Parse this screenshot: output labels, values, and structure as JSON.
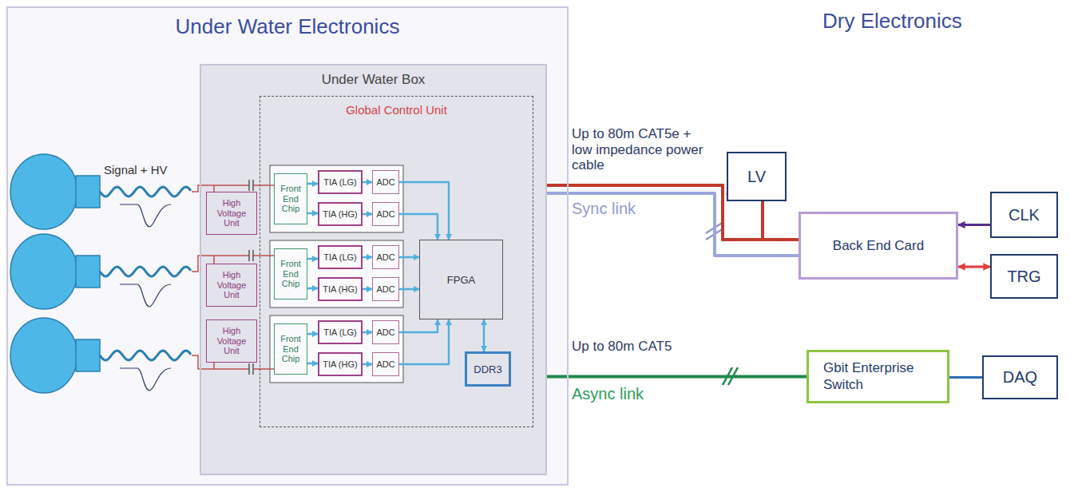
{
  "diagram": {
    "nodes": [
      {
        "text": [
          "Under Water Electronics"
        ]
      },
      {
        "text": [
          "Under Water Box"
        ],
        "in": 0
      },
      {
        "text": [
          "Global Control Unit"
        ],
        "in": 1
      },
      {
        "text": [
          "High Voltage Unit"
        ],
        "in": 1
      },
      {
        "text": [
          "High Voltage Unit"
        ],
        "in": 1
      },
      {
        "text": [
          "High Voltage Unit"
        ],
        "in": 1
      },
      {
        "text": [
          "Front End Chip"
        ],
        "in": 2
      },
      {
        "text": [
          "TIA (LG)"
        ],
        "in": 2
      },
      {
        "text": [
          "TIA (HG)"
        ],
        "in": 2
      },
      {
        "text": [
          "ADC"
        ],
        "in": 2
      },
      {
        "text": [
          "ADC"
        ],
        "in": 2
      },
      {
        "text": [
          "Front End Chip"
        ],
        "in": 2
      },
      {
        "text": [
          "TIA (LG)"
        ],
        "in": 2
      },
      {
        "text": [
          "TIA (HG)"
        ],
        "in": 2
      },
      {
        "text": [
          "ADC"
        ],
        "in": 2
      },
      {
        "text": [
          "ADC"
        ],
        "in": 2
      },
      {
        "text": [
          "Front End Chip"
        ],
        "in": 2
      },
      {
        "text": [
          "TIA (LG)"
        ],
        "in": 2
      },
      {
        "text": [
          "TIA (HG)"
        ],
        "in": 2
      },
      {
        "text": [
          "ADC"
        ],
        "in": 2
      },
      {
        "text": [
          "ADC"
        ],
        "in": 2
      },
      {
        "text": [
          "FPGA"
        ],
        "in": 2
      },
      {
        "text": [
          "DDR3"
        ],
        "in": 2
      },
      {
        "text": [
          "LV"
        ]
      },
      {
        "text": [
          "Back End Card"
        ]
      },
      {
        "text": [
          "CLK"
        ]
      },
      {
        "text": [
          "TRG"
        ]
      },
      {
        "text": [
          "Gbit Enterprise Switch"
        ]
      },
      {
        "text": [
          "DAQ"
        ]
      }
    ],
    "edges": [
      {
        "from": 6,
        "to": 7,
        "arrow": "to"
      },
      {
        "from": 6,
        "to": 8,
        "arrow": "to"
      },
      {
        "from": 7,
        "to": 9,
        "arrow": "to"
      },
      {
        "from": 8,
        "to": 10,
        "arrow": "to"
      },
      {
        "from": 9,
        "to": 21,
        "arrow": "to"
      },
      {
        "from": 10,
        "to": 21,
        "arrow": "to"
      },
      {
        "from": 11,
        "to": 12,
        "arrow": "to"
      },
      {
        "from": 11,
        "to": 13,
        "arrow": "to"
      },
      {
        "from": 12,
        "to": 14,
        "arrow": "to"
      },
      {
        "from": 13,
        "to": 15,
        "arrow": "to"
      },
      {
        "from": 14,
        "to": 21,
        "arrow": "to"
      },
      {
        "from": 15,
        "to": 21,
        "arrow": "to"
      },
      {
        "from": 16,
        "to": 17,
        "arrow": "to"
      },
      {
        "from": 16,
        "to": 18,
        "arrow": "to"
      },
      {
        "from": 17,
        "to": 19,
        "arrow": "to"
      },
      {
        "from": 18,
        "to": 20,
        "arrow": "to"
      },
      {
        "from": 19,
        "to": 21,
        "arrow": "to"
      },
      {
        "from": 20,
        "to": 21,
        "arrow": "to"
      },
      {
        "from": 21,
        "to": 22,
        "arrow": "both"
      },
      {
        "from": 1,
        "to": 23,
        "arrow": "none"
      },
      {
        "from": 1,
        "to": 24,
        "arrow": "none"
      },
      {
        "from": 1,
        "to": 24,
        "arrow": "none"
      },
      {
        "from": 1,
        "to": 27,
        "arrow": "none"
      },
      {
        "from": 27,
        "to": 28,
        "arrow": "none"
      },
      {
        "from": 25,
        "to": 24,
        "arrow": "to"
      },
      {
        "from": 26,
        "to": 24,
        "arrow": "both"
      }
    ],
    "labels": [
      "Signal + HV",
      "Dry Electronics",
      "Up to 80m CAT5e + low impedance power cable",
      "Sync link",
      "Up to 80m CAT5",
      "Async link"
    ]
  }
}
